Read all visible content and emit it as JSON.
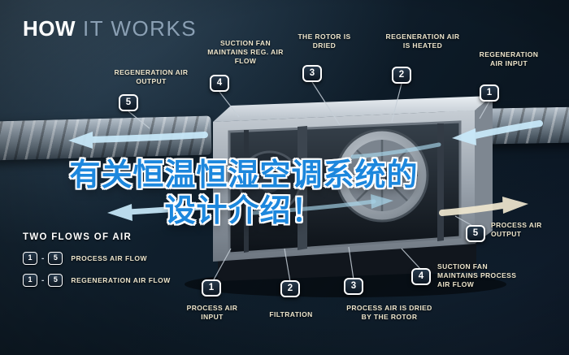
{
  "title": {
    "word_bold": "HOW",
    "word_light": "IT WORKS"
  },
  "overlay": {
    "line1": "有关恒温恒湿空调系统的",
    "line2": "设计介绍！"
  },
  "legend": {
    "heading": "TWO FLOWS OF AIR",
    "separator": "-",
    "rows": [
      {
        "from": "1",
        "to": "5",
        "label": "PROCESS AIR FLOW"
      },
      {
        "from": "1",
        "to": "5",
        "label": "REGENERATION AIR FLOW"
      }
    ]
  },
  "callouts": {
    "regen_output": {
      "num": "5",
      "label": "REGENERATION AIR OUTPUT"
    },
    "suction_reg": {
      "num": "4",
      "label": "SUCTION FAN MAINTAINS REG. AIR FLOW"
    },
    "rotor_dried": {
      "num": "3",
      "label": "THE ROTOR IS DRIED"
    },
    "regen_heated": {
      "num": "2",
      "label": "REGENERATION AIR IS HEATED"
    },
    "regen_input": {
      "num": "1",
      "label": "REGENERATION AIR INPUT"
    },
    "process_output": {
      "num": "5",
      "label": "PROCESS AIR OUTPUT"
    },
    "suction_process": {
      "num": "4",
      "label": "SUCTION FAN MAINTAINS PROCESS AIR FLOW"
    },
    "process_dried": {
      "num": "3",
      "label": "PROCESS AIR IS DRIED BY THE ROTOR"
    },
    "filtration": {
      "num": "2",
      "label": "FILTRATION"
    },
    "process_input": {
      "num": "1",
      "label": "PROCESS AIR INPUT"
    }
  },
  "colors": {
    "background": "#0d1a26",
    "overlay_blue": "#1c87dd",
    "airflow_blue": "#c9eafb",
    "airflow_cream": "#efe7cf",
    "label_cream": "#ece4cb"
  }
}
